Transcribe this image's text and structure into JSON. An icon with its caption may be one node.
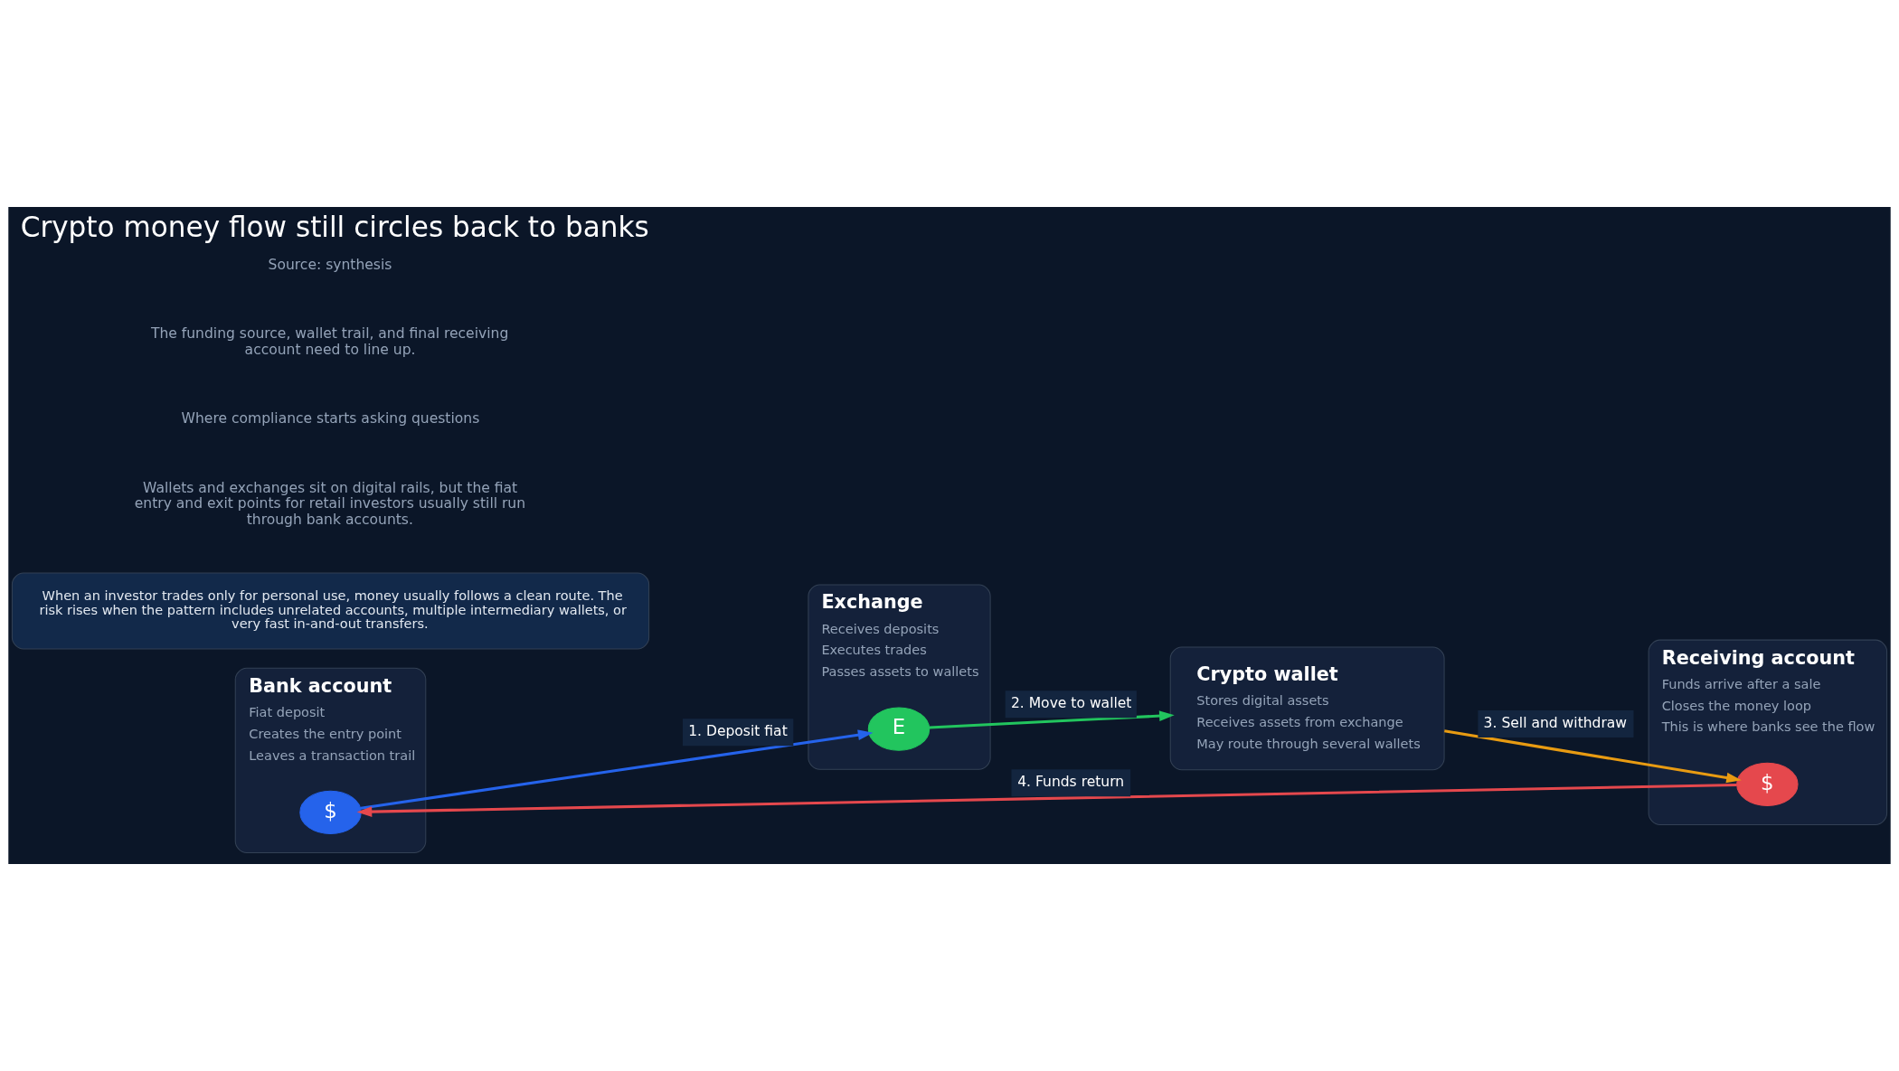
{
  "diagram": {
    "title": "Crypto money flow still circles back to banks",
    "nodes": [
      {
        "text": [
          "Bank account",
          "Fiat deposit",
          "Creates the entry point",
          "Leaves a transaction trail"
        ]
      },
      {
        "text": [
          "$"
        ],
        "in": 0
      },
      {
        "text": [
          "Exchange",
          "Receives deposits",
          "Executes trades",
          "Passes assets to wallets"
        ]
      },
      {
        "text": [
          "E"
        ],
        "in": 2
      },
      {
        "text": [
          "Crypto wallet",
          "Stores digital assets",
          "Receives assets from exchange",
          "May route through several wallets"
        ]
      },
      {
        "text": [
          "Receiving account",
          "Funds arrive after a sale",
          "Closes the money loop",
          "This is where banks see the flow"
        ]
      },
      {
        "text": [
          "$"
        ],
        "in": 5
      },
      {
        "text": [
          "When an investor trades only for personal use, money usually follows a clean route. The risk rises when the pattern includes unrelated accounts, multiple intermediary wallets, or very fast in-and-out transfers."
        ]
      }
    ],
    "edges": [
      {
        "from": 1,
        "to": 3,
        "arrow": "to",
        "label": "1. Deposit fiat",
        "color": "#2563eb"
      },
      {
        "from": 3,
        "to": 4,
        "arrow": "to",
        "label": "2. Move to wallet",
        "color": "#22c55e"
      },
      {
        "from": 4,
        "to": 6,
        "arrow": "to",
        "label": "3. Sell and withdraw",
        "color": "#e89b12"
      },
      {
        "from": 6,
        "to": 1,
        "arrow": "to",
        "label": "4. Funds return",
        "color": "#e5484d"
      }
    ],
    "labels": [
      "Wallets and exchanges sit on digital rails, but the fiat entry and exit points for retail investors usually still run through bank accounts.",
      "Where compliance starts asking questions",
      "The funding source, wallet trail, and final receiving account need to line up.",
      "Source: synthesis"
    ]
  }
}
